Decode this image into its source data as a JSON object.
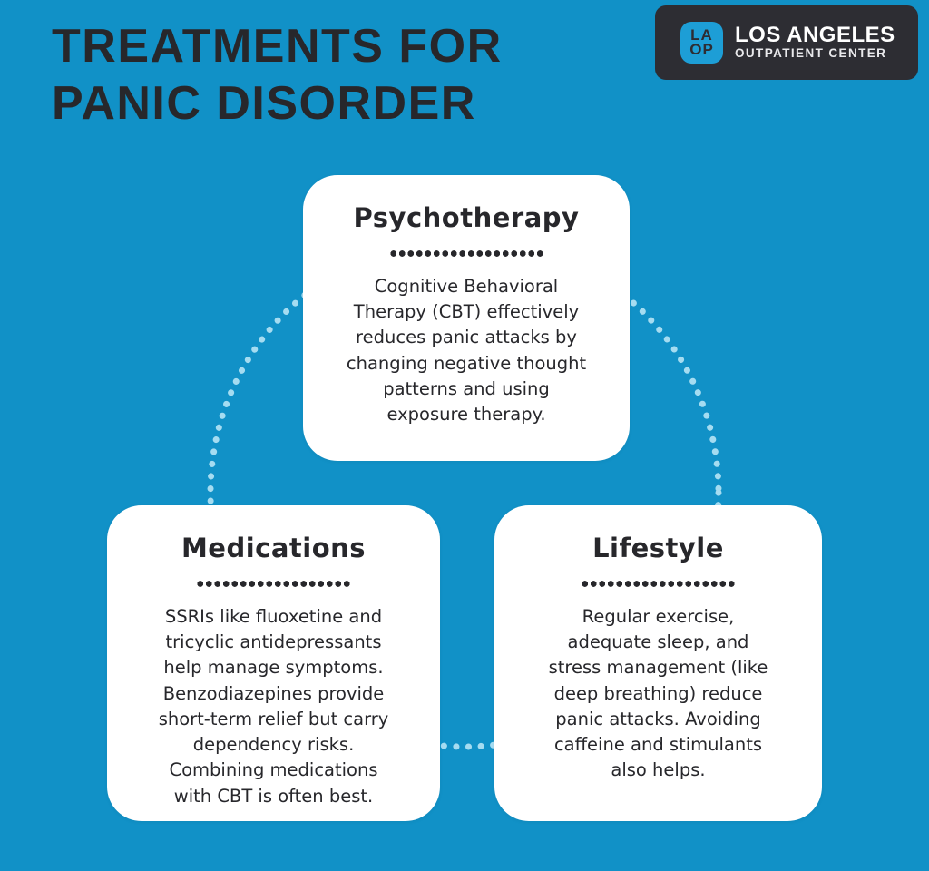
{
  "page": {
    "title": "TREATMENTS FOR\nPANIC DISORDER"
  },
  "logo": {
    "icon_text": "LA\nOP",
    "name_primary": "LOS ANGELES",
    "name_secondary": "OUTPATIENT CENTER"
  },
  "cards": [
    {
      "title": "Psychotherapy",
      "body": "Cognitive Behavioral\nTherapy (CBT) effectively\nreduces panic attacks by\nchanging negative thought\npatterns and using\nexposure therapy."
    },
    {
      "title": "Medications",
      "body": "SSRIs like fluoxetine and\ntricyclic antidepressants\nhelp manage symptoms.\nBenzodiazepines provide\nshort-term relief but carry\ndependency risks.\nCombining medications\nwith CBT is often best."
    },
    {
      "title": "Lifestyle",
      "body": "Regular exercise,\nadequate sleep, and\nstress management (like\ndeep breathing) reduce\npanic attacks. Avoiding\ncaffeine and stimulants\nalso helps."
    }
  ],
  "colors": {
    "background": "#1191c7",
    "card_bg": "#ffffff",
    "text_dark": "#27272b",
    "logo_bg": "#2d2d33",
    "logo_icon_bg": "#1d9ed6",
    "logo_text": "#ffffff",
    "connector_dots": "#a5dcf1"
  }
}
